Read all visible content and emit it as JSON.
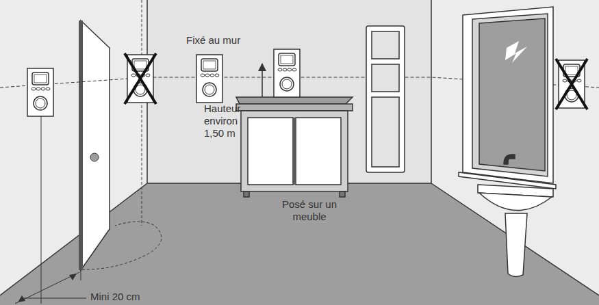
{
  "diagram": {
    "labels": [
      "Fixé au mur",
      "Hauteur environ 1,50 m",
      "Posé sur un meuble",
      "Mini 20 cm"
    ]
  }
}
